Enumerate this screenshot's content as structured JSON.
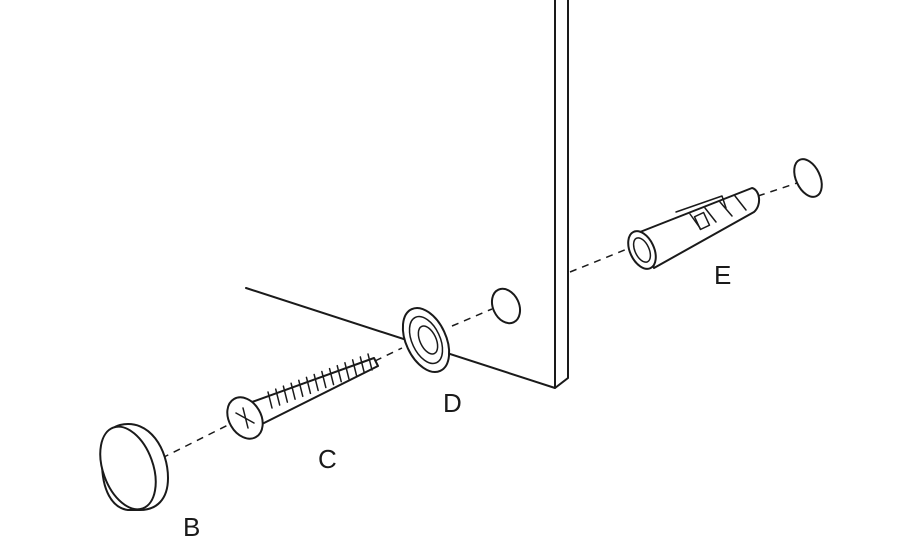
{
  "labels": {
    "b": "B",
    "c": "C",
    "d": "D",
    "e": "E"
  }
}
